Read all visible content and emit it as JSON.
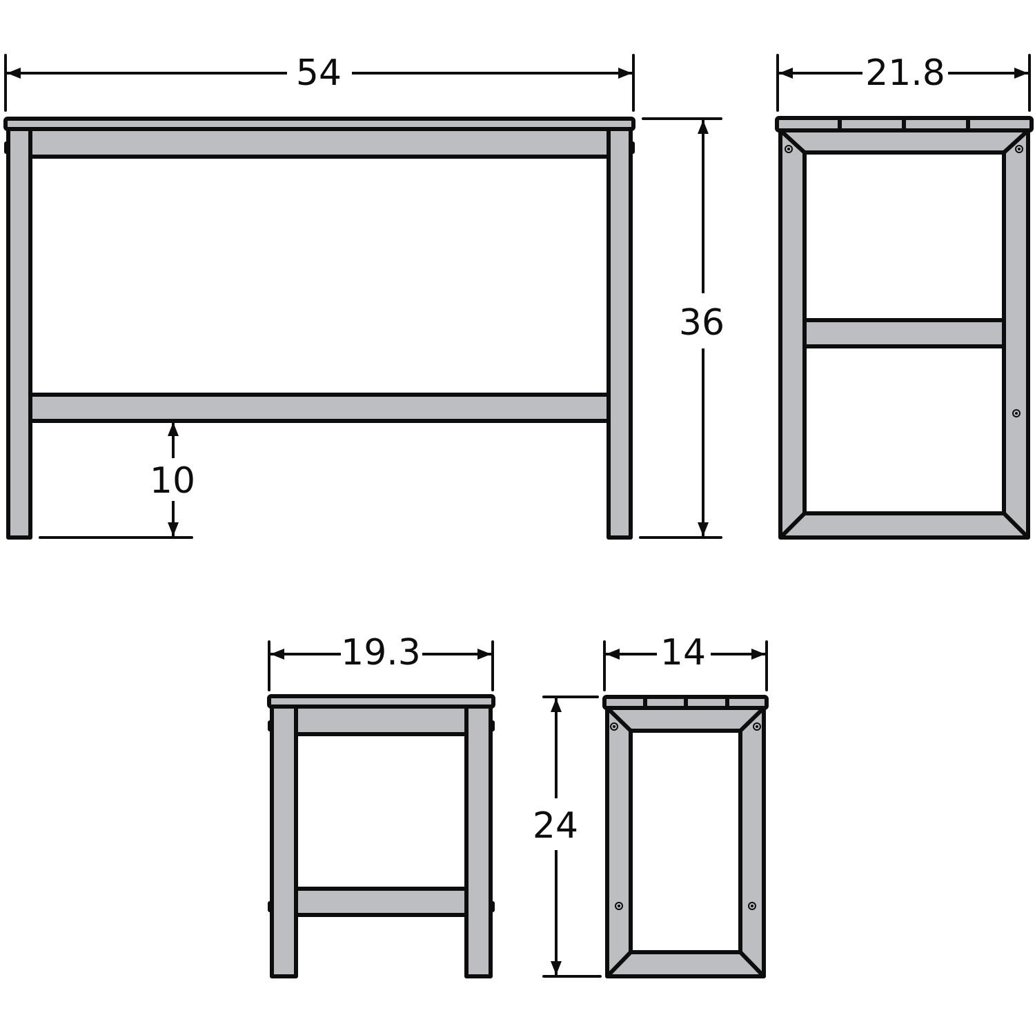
{
  "diagram": {
    "type": "furniture-dimension-drawing",
    "colors": {
      "wood_fill": "#bdbec2",
      "outline": "#0d0d0d",
      "background": "#ffffff"
    },
    "views": [
      {
        "id": "table-front",
        "name": "Bar table front view",
        "dimensions": {
          "width": "54",
          "height": "36",
          "footrest_height": "10"
        }
      },
      {
        "id": "table-side",
        "name": "Bar table side view",
        "dimensions": {
          "depth": "21.8"
        }
      },
      {
        "id": "stool-front",
        "name": "Stool front view",
        "dimensions": {
          "width": "19.3"
        }
      },
      {
        "id": "stool-side",
        "name": "Stool side view",
        "dimensions": {
          "depth": "14",
          "height": "24"
        }
      }
    ]
  },
  "labels": {
    "table_width": "54",
    "table_height": "36",
    "table_footrest": "10",
    "table_depth": "21.8",
    "stool_width": "19.3",
    "stool_depth": "14",
    "stool_height": "24"
  }
}
